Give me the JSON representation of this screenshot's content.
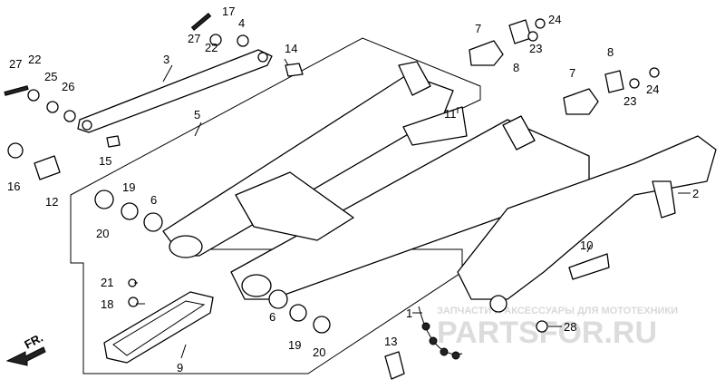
{
  "callouts": [
    {
      "id": "c1",
      "text": "1"
    },
    {
      "id": "c2",
      "text": "2"
    },
    {
      "id": "c3",
      "text": "3"
    },
    {
      "id": "c4",
      "text": "4"
    },
    {
      "id": "c5",
      "text": "5"
    },
    {
      "id": "c6a",
      "text": "6"
    },
    {
      "id": "c6b",
      "text": "6"
    },
    {
      "id": "c7a",
      "text": "7"
    },
    {
      "id": "c7b",
      "text": "7"
    },
    {
      "id": "c8a",
      "text": "8"
    },
    {
      "id": "c8b",
      "text": "8"
    },
    {
      "id": "c9",
      "text": "9"
    },
    {
      "id": "c10",
      "text": "10"
    },
    {
      "id": "c11",
      "text": "11"
    },
    {
      "id": "c12",
      "text": "12"
    },
    {
      "id": "c13",
      "text": "13"
    },
    {
      "id": "c14",
      "text": "14"
    },
    {
      "id": "c15",
      "text": "15"
    },
    {
      "id": "c16",
      "text": "16"
    },
    {
      "id": "c17",
      "text": "17"
    },
    {
      "id": "c18",
      "text": "18"
    },
    {
      "id": "c19a",
      "text": "19"
    },
    {
      "id": "c19b",
      "text": "19"
    },
    {
      "id": "c20a",
      "text": "20"
    },
    {
      "id": "c20b",
      "text": "20"
    },
    {
      "id": "c21",
      "text": "21"
    },
    {
      "id": "c22a",
      "text": "22"
    },
    {
      "id": "c22b",
      "text": "22"
    },
    {
      "id": "c23a",
      "text": "23"
    },
    {
      "id": "c23b",
      "text": "23"
    },
    {
      "id": "c24a",
      "text": "24"
    },
    {
      "id": "c24b",
      "text": "24"
    },
    {
      "id": "c25",
      "text": "25"
    },
    {
      "id": "c26",
      "text": "26"
    },
    {
      "id": "c27a",
      "text": "27"
    },
    {
      "id": "c27b",
      "text": "27"
    },
    {
      "id": "c28",
      "text": "28"
    }
  ],
  "front_arrow_label": "FR.",
  "watermark": {
    "line1": "ЗАПЧАСТИ И АКСЕССУАРЫ ДЛЯ МОТОТЕХНИКИ",
    "logo": "PARTSFOR.RU",
    "color": "#dcdcdc"
  }
}
